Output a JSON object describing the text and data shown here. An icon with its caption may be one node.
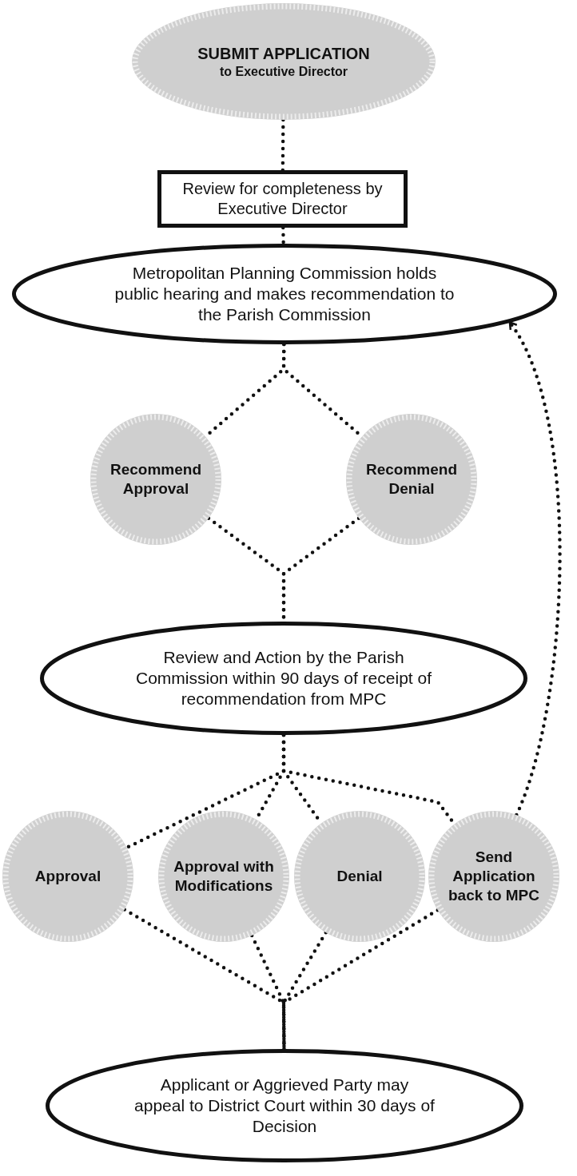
{
  "diagram": {
    "nodes": [
      {
        "text": [
          "SUBMIT APPLICATION",
          "to Executive Director"
        ]
      },
      {
        "text": [
          "Review for completeness by Executive Director"
        ]
      },
      {
        "text": [
          "Metropolitan Planning Commission holds public hearing and makes recommendation to the Parish Commission"
        ]
      },
      {
        "text": [
          "Recommend Approval"
        ]
      },
      {
        "text": [
          "Recommend Denial"
        ]
      },
      {
        "text": [
          "Review and Action by the Parish Commission within 90 days of receipt of recommendation from MPC"
        ]
      },
      {
        "text": [
          "Approval"
        ]
      },
      {
        "text": [
          "Approval with Modifications"
        ]
      },
      {
        "text": [
          "Denial"
        ]
      },
      {
        "text": [
          "Send Application back to MPC"
        ]
      },
      {
        "text": [
          "Applicant or Aggrieved Party may appeal to District Court within 30 days of Decision"
        ]
      }
    ],
    "edges": [
      {
        "from": 0,
        "to": 1,
        "arrow": "none"
      },
      {
        "from": 1,
        "to": 2,
        "arrow": "none"
      },
      {
        "from": 2,
        "to": 3,
        "arrow": "none"
      },
      {
        "from": 2,
        "to": 4,
        "arrow": "none"
      },
      {
        "from": 3,
        "to": 5,
        "arrow": "none"
      },
      {
        "from": 4,
        "to": 5,
        "arrow": "none"
      },
      {
        "from": 5,
        "to": 6,
        "arrow": "none"
      },
      {
        "from": 5,
        "to": 7,
        "arrow": "none"
      },
      {
        "from": 5,
        "to": 8,
        "arrow": "none"
      },
      {
        "from": 5,
        "to": 9,
        "arrow": "none"
      },
      {
        "from": 6,
        "to": 10,
        "arrow": "none"
      },
      {
        "from": 7,
        "to": 10,
        "arrow": "none"
      },
      {
        "from": 8,
        "to": 10,
        "arrow": "none"
      },
      {
        "from": 9,
        "to": 10,
        "arrow": "none"
      },
      {
        "from": 9,
        "to": 2,
        "arrow": "to"
      }
    ]
  }
}
